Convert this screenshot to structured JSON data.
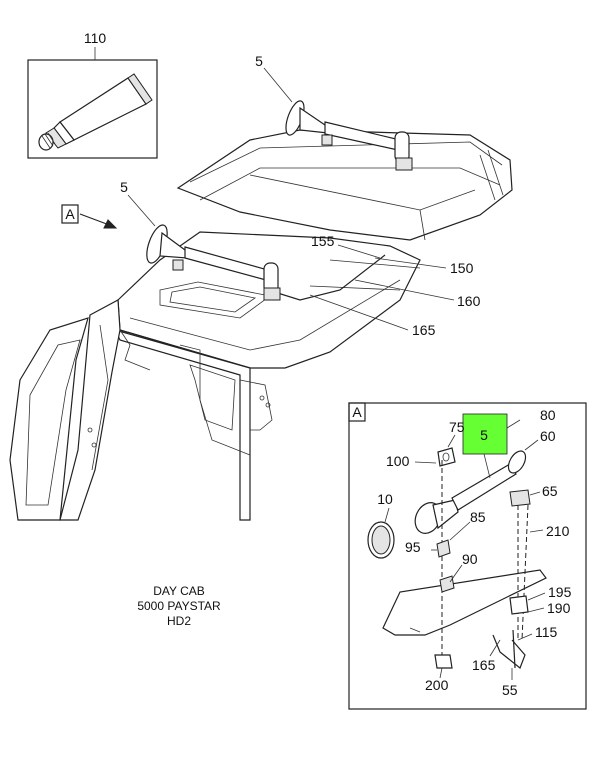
{
  "callouts": {
    "tube": "110",
    "horn_rear": "5",
    "horn_front": "5",
    "view_ref": "A",
    "c155": "155",
    "c150": "150",
    "c160": "160",
    "c165": "165"
  },
  "detail": {
    "view_label": "A",
    "highlight_label": "5",
    "highlight_color": "#66ff33",
    "c80": "80",
    "c60": "60",
    "c75": "75",
    "c100": "100",
    "c65": "65",
    "c10": "10",
    "c85": "85",
    "c210": "210",
    "c95": "95",
    "c90": "90",
    "c195": "195",
    "c190": "190",
    "c115": "115",
    "c165": "165",
    "c200": "200",
    "c55": "55"
  },
  "notes": {
    "line1": "DAY CAB",
    "line2": "5000 PAYSTAR",
    "line3": "HD2"
  }
}
